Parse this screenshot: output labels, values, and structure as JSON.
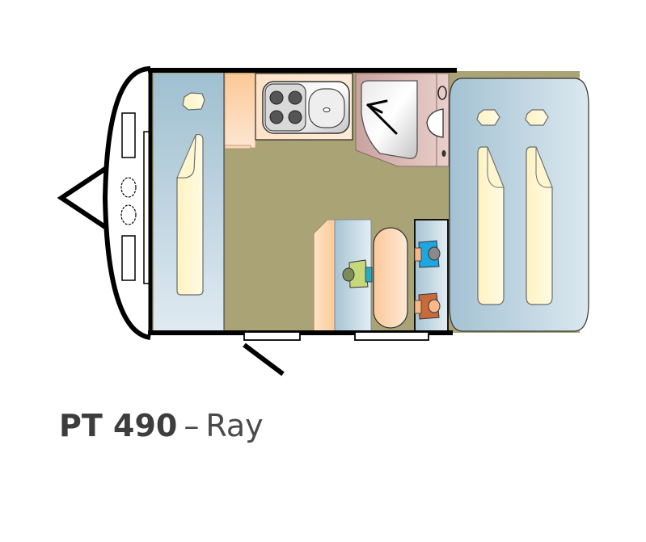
{
  "caption": {
    "model": "PT 490",
    "separator": "–",
    "name": "Ray"
  },
  "floorplan": {
    "type": "caravan-layout",
    "zones": [
      {
        "id": "front-bed",
        "label": "Front single bed",
        "color": "#a7c4d4"
      },
      {
        "id": "kitchen",
        "label": "Kitchen with 4-burner hob and sink",
        "color": "#fde0c4"
      },
      {
        "id": "washroom",
        "label": "Washroom with toilet and basin",
        "color": "#dcb9b6"
      },
      {
        "id": "floor",
        "label": "Floor area",
        "color": "#a9a376"
      },
      {
        "id": "dinette",
        "label": "Dinette with table and seats",
        "color": "#c9dde8"
      },
      {
        "id": "rear-beds",
        "label": "Rear twin bunk beds",
        "color": "#b0ccd9"
      }
    ],
    "occupants": [
      {
        "id": "person-green",
        "color": "#c6d87a"
      },
      {
        "id": "person-blue",
        "color": "#1ea6e0"
      },
      {
        "id": "person-orange",
        "color": "#c76a3c"
      }
    ],
    "colors": {
      "outline": "#000000",
      "pillow": "#fdf5cc",
      "table": "#fcd9b4"
    }
  }
}
